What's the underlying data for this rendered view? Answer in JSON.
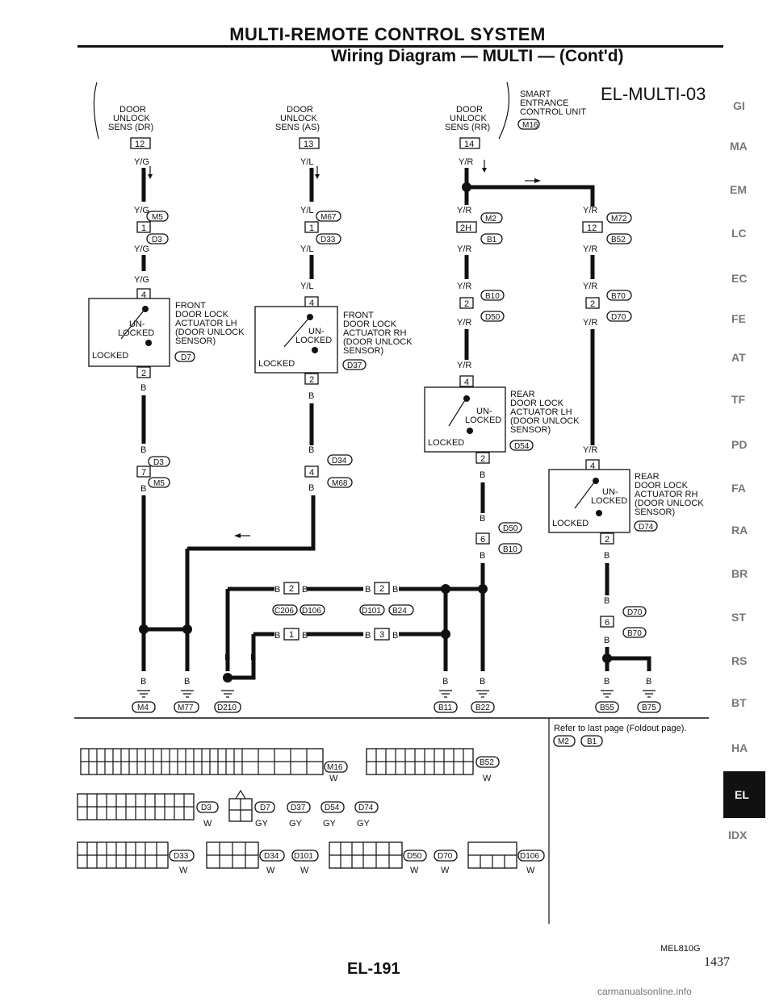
{
  "header": {
    "title": "MULTI-REMOTE CONTROL SYSTEM",
    "subtitle": "Wiring Diagram — MULTI — (Cont'd)"
  },
  "diagram": {
    "code": "EL-MULTI-03",
    "smart_unit": [
      "SMART",
      "ENTRANCE",
      "CONTROL UNIT"
    ],
    "smart_unit_conn": "M16",
    "sensors": [
      {
        "lines": [
          "DOOR",
          "UNLOCK",
          "SENS (DR)"
        ],
        "pin": "12",
        "wire": "Y/G"
      },
      {
        "lines": [
          "DOOR",
          "UNLOCK",
          "SENS (AS)"
        ],
        "pin": "13",
        "wire": "Y/L"
      },
      {
        "lines": [
          "DOOR",
          "UNLOCK",
          "SENS (RR)"
        ],
        "pin": "14",
        "wire": "Y/R"
      }
    ],
    "actuators": [
      {
        "lines": [
          "FRONT",
          "DOOR LOCK",
          "ACTUATOR LH",
          "(DOOR UNLOCK",
          "SENSOR)"
        ],
        "conn": "D7"
      },
      {
        "lines": [
          "FRONT",
          "DOOR LOCK",
          "ACTUATOR RH",
          "(DOOR UNLOCK",
          "SENSOR)"
        ],
        "conn": "D37"
      },
      {
        "lines": [
          "REAR",
          "DOOR LOCK",
          "ACTUATOR LH",
          "(DOOR UNLOCK",
          "SENSOR)"
        ],
        "conn": "D54"
      },
      {
        "lines": [
          "REAR",
          "DOOR LOCK",
          "ACTUATOR RH",
          "(DOOR UNLOCK",
          "SENSOR)"
        ],
        "conn": "D74"
      }
    ],
    "switch_labels": {
      "un": "UN-",
      "locked": "LOCKED",
      "locked2": "LOCKED"
    },
    "wire_colors": {
      "yg": "Y/G",
      "yl": "Y/L",
      "yr": "Y/R",
      "b": "B"
    },
    "connectors": {
      "m5": "M5",
      "d3": "D3",
      "m67": "M67",
      "d33": "D33",
      "m2": "M2",
      "b1": "B1",
      "m72": "M72",
      "b52": "B52",
      "b10": "B10",
      "d50": "D50",
      "b70": "B70",
      "d70": "D70",
      "d34": "D34",
      "m68": "M68",
      "c206": "C206",
      "d106": "D106",
      "d101": "D101",
      "b24": "B24"
    },
    "pins": {
      "p1": "1",
      "p2": "2",
      "p2h": "2H",
      "p3": "3",
      "p4": "4",
      "p6": "6",
      "p7": "7",
      "p12": "12"
    },
    "grounds": [
      "M4",
      "M77",
      "D210",
      "B11",
      "B22",
      "B55",
      "B75"
    ],
    "refer_note": "Refer to last page (Foldout page).",
    "refer_conns": [
      "M2",
      "B1"
    ],
    "connector_face_codes": {
      "m16": "M16",
      "b52": "B52",
      "d3": "D3",
      "d33": "D33",
      "d7": "D7",
      "d37": "D37",
      "d54": "D54",
      "d74": "D74",
      "d34": "D34",
      "d101": "D101",
      "d50": "D50",
      "d70": "D70",
      "d106": "D106"
    },
    "connector_face_colors": {
      "w": "W",
      "gy": "GY"
    }
  },
  "sidebar": {
    "tabs": [
      "GI",
      "MA",
      "EM",
      "LC",
      "EC",
      "FE",
      "AT",
      "TF",
      "PD",
      "FA",
      "RA",
      "BR",
      "ST",
      "RS",
      "BT",
      "HA",
      "EL",
      "IDX"
    ],
    "selected": "EL"
  },
  "footer": {
    "page_number": "EL-191",
    "scan_number": "1437",
    "ref_code": "MEL810G",
    "watermark": "carmanualsonline.info"
  }
}
